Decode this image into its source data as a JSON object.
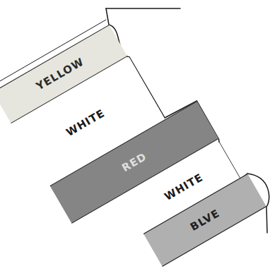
{
  "diagram": {
    "nodes": [
      {
        "text": [
          "YELLOW"
        ]
      },
      {
        "text": [
          "WHITE"
        ]
      },
      {
        "text": [
          "RED"
        ]
      },
      {
        "text": [
          "WHITE"
        ]
      },
      {
        "text": [
          "BLVE"
        ]
      }
    ]
  }
}
